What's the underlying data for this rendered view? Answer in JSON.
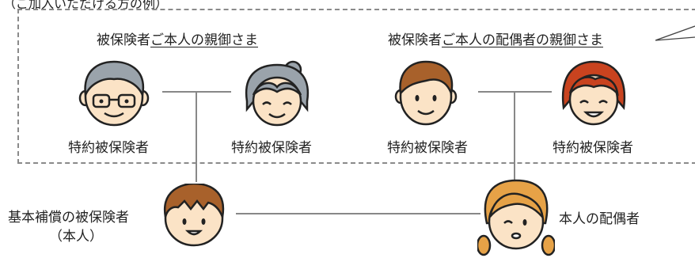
{
  "caption": "（ご加入いただける方の例）",
  "groups": [
    {
      "title_prefix": "被保険者",
      "title_underlined": "ご本人の親御さま"
    },
    {
      "title_prefix": "被保険者",
      "title_underlined": "ご本人の配偶者の親御さま"
    }
  ],
  "people": [
    {
      "label": "特約被保険者",
      "icon": "grandfather-face-icon"
    },
    {
      "label": "特約被保険者",
      "icon": "grandmother-face-icon"
    },
    {
      "label": "特約被保険者",
      "icon": "father-in-law-face-icon"
    },
    {
      "label": "特約被保険者",
      "icon": "mother-in-law-face-icon"
    }
  ],
  "insured": {
    "label_line1": "基本補償の被保険者",
    "label_line2": "（本人）",
    "icon": "boy-face-icon"
  },
  "spouse": {
    "label": "本人の配偶者",
    "icon": "girl-face-icon"
  },
  "colors": {
    "line": "#888888",
    "border": "#8a8a8a",
    "skin": "#fbe3c6",
    "gray_hair": "#9aa3ab",
    "brown_hair": "#a8612b",
    "red_hair": "#c9431f",
    "girl_hair": "#e6a247"
  }
}
